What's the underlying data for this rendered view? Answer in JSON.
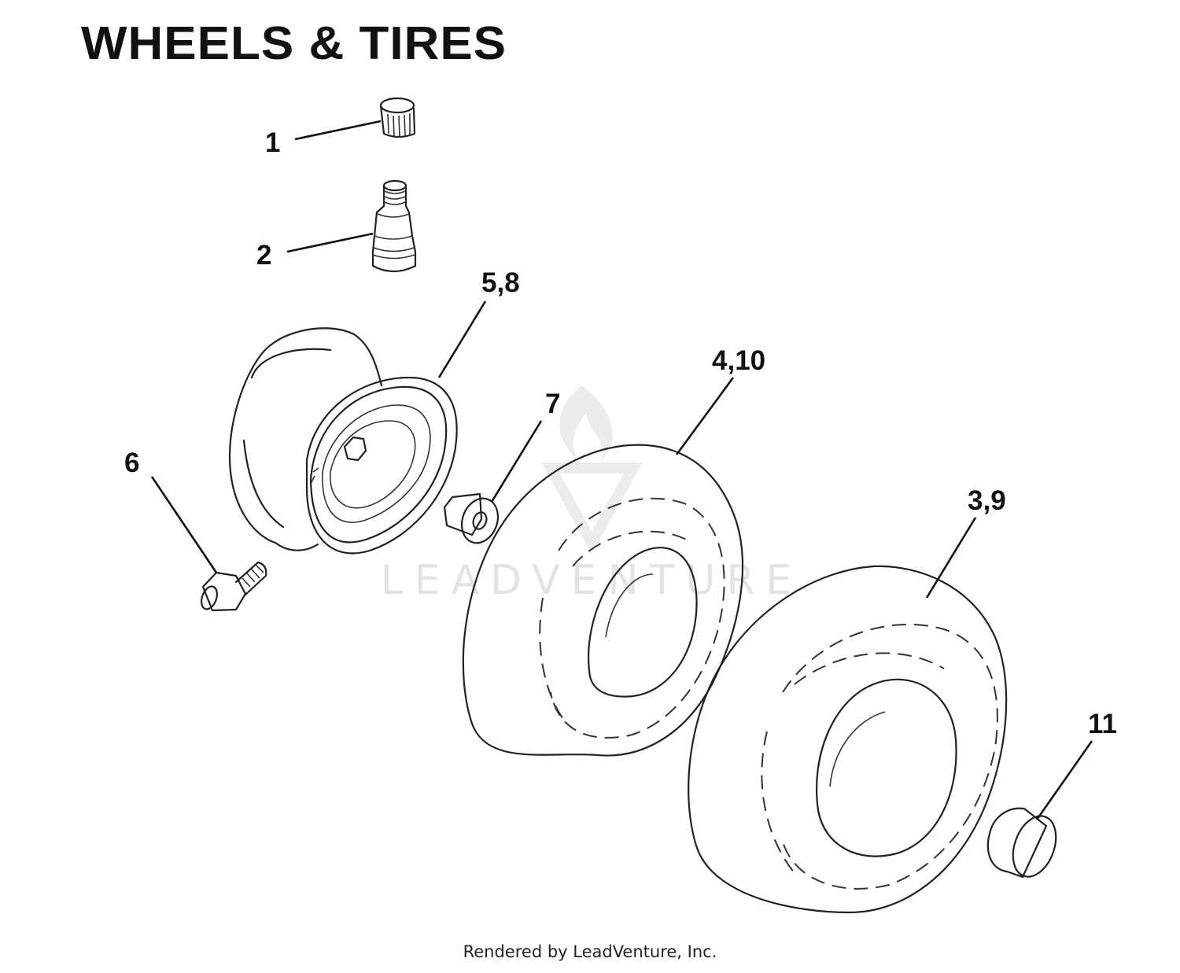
{
  "title": "WHEELS & TIRES",
  "footer": "Rendered by LeadVenture, Inc.",
  "watermark": "LEADVENTURE",
  "callouts": [
    "1",
    "2",
    "5,8",
    "7",
    "4,10",
    "6",
    "3,9",
    "11"
  ]
}
